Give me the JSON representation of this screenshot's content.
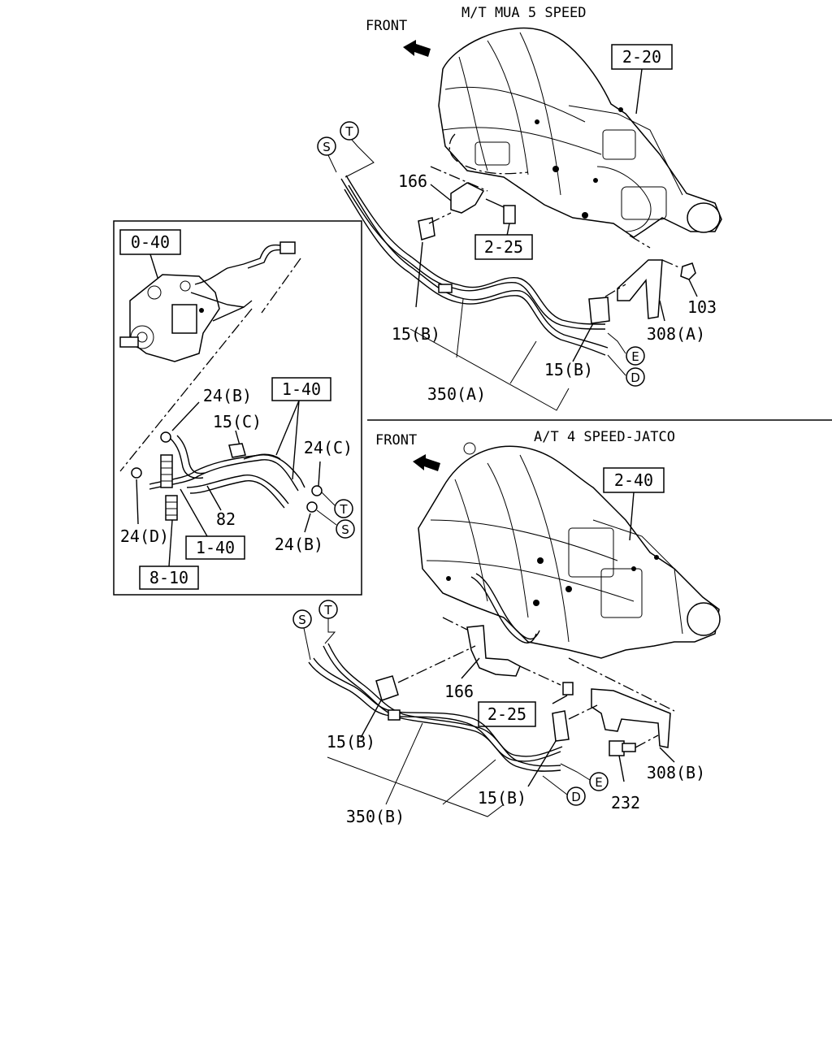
{
  "top_section": {
    "title": "M/T MUA 5 SPEED",
    "front_label": "FRONT",
    "ref_box_transmission": "2-20",
    "ref_box_bolt": "2-25",
    "parts": {
      "p166": "166",
      "p15b_left": "15(B)",
      "p15b_right": "15(B)",
      "p103": "103",
      "p308a": "308(A)",
      "p350a": "350(A)"
    },
    "connectors": {
      "s": "S",
      "t": "T",
      "e": "E",
      "d": "D"
    }
  },
  "inset": {
    "ref_box_pump": "0-40",
    "ref_box_pipe_top": "1-40",
    "ref_box_pipe_bottom": "1-40",
    "ref_box_hose": "8-10",
    "parts": {
      "p24b_top": "24(B)",
      "p15c": "15(C)",
      "p24c": "24(C)",
      "p82": "82",
      "p24d": "24(D)",
      "p24b_bottom": "24(B)"
    },
    "connectors": {
      "t": "T",
      "s": "S"
    }
  },
  "bottom_section": {
    "title": "A/T 4 SPEED-JATCO",
    "front_label": "FRONT",
    "ref_box_transmission": "2-40",
    "ref_box_bolt": "2-25",
    "parts": {
      "p166": "166",
      "p15b_left": "15(B)",
      "p15b_right": "15(B)",
      "p232": "232",
      "p308b": "308(B)",
      "p350b": "350(B)"
    },
    "connectors": {
      "s": "S",
      "t": "T",
      "e": "E",
      "d": "D"
    }
  }
}
